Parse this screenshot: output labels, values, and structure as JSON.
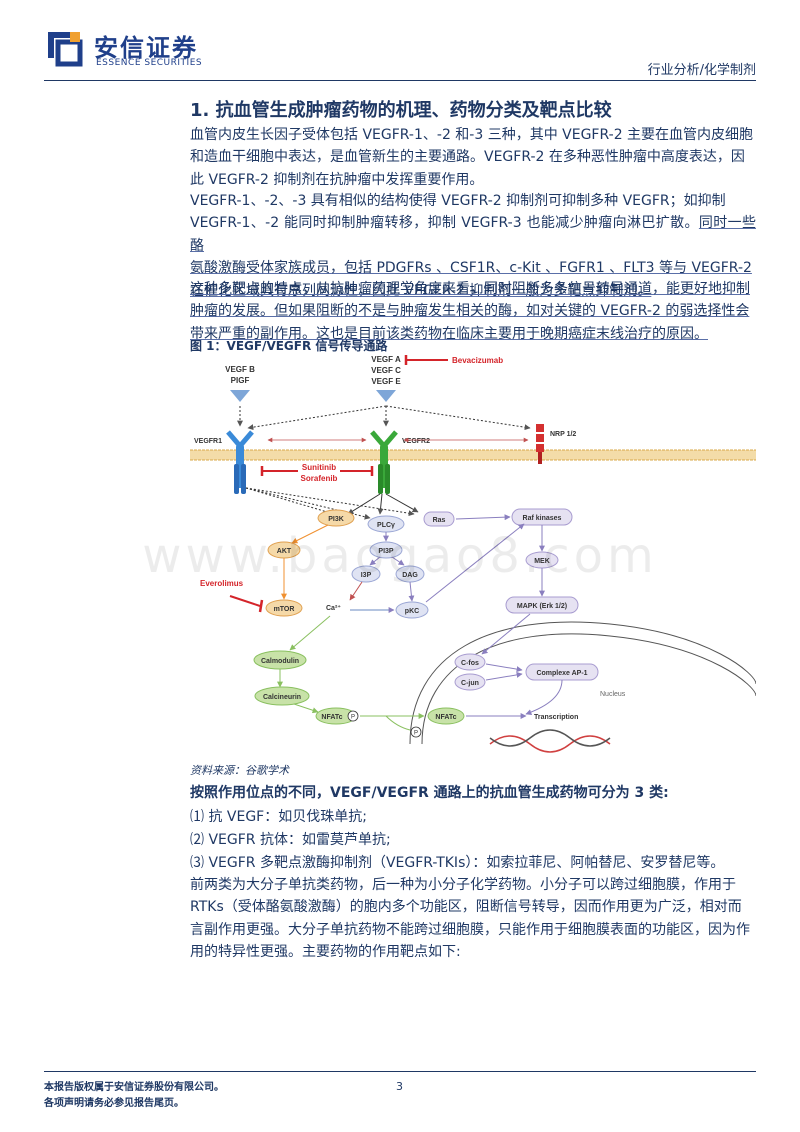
{
  "header": {
    "logo_cn": "安信证券",
    "logo_en": "ESSENCE SECURITIES",
    "category": "行业分析/化学制剂"
  },
  "section_title": "1. 抗血管生成肿瘤药物的机理、药物分类及靶点比较",
  "paragraphs": {
    "p1_l1": "血管内皮生长因子受体包括 VEGFR-1、-2 和-3 三种，其中 VEGFR-2 主要在血管内皮细胞",
    "p1_l2": "和造血干细胞中表达，是血管新生的主要通路。VEGFR-2 在多种恶性肿瘤中高度表达，因",
    "p1_l3": "此 VEGFR-2 抑制剂在抗肿瘤中发挥重要作用。",
    "p2_l1": "VEGFR-1、-2、-3 具有相似的结构使得 VEGFR-2 抑制剂可抑制多种 VEGFR；如抑制",
    "p2_l2a": "VEGFR-1、-2 能同时抑制肿瘤转移，抑制 VEGFR-3 也能减少肿瘤向淋巴扩散。",
    "p2_l2b": "同时一些酪",
    "p2_l3": "氨酸激酶受体家族成员，包括 PDGFRs 、CSF1R、c-Kit 、FGFR1 、FLT3 等与 VEGFR-2",
    "p2_l4": "在催化区域具有序列同源性，因此 VEGFR-2 抑制剂一般为多靶点抑制剂。",
    "p3_l1": "这种多靶点的特点，从抗肿瘤药理学角度来看，同时阻断多条信号转导通道，能更好地抑制",
    "p3_l2": "肿瘤的发展。但如果阻断的不是与肿瘤发生相关的酶，如对关键的 VEGFR-2 的弱选择性会",
    "p3_l3": "带来严重的副作用。这也是目前该类药物在临床主要用于晚期癌症末线治疗的原因。"
  },
  "figure": {
    "title": "图 1：VEGF/VEGFR 信号传导通路",
    "source": "资料来源：谷歌学术",
    "labels": {
      "vegf_b": "VEGF B",
      "pigf": "PIGF",
      "vegf_a": "VEGF A",
      "vegf_c": "VEGF C",
      "vegf_e": "VEGF E",
      "bevacizumab": "Bevacizumab",
      "vegfr1": "VEGFR1",
      "vegfr2": "VEGFR2",
      "nrp": "NRP 1/2",
      "sunitinib": "Sunitinib",
      "sorafenib": "Sorafenib",
      "pi3k": "PI3K",
      "plcy": "PLCγ",
      "ras": "Ras",
      "raf": "Raf kinases",
      "akt": "AKT",
      "pi3p": "PI3P",
      "i3p": "I3P",
      "dag": "DAG",
      "mek": "MEK",
      "everolimus": "Everolimus",
      "mtor": "mTOR",
      "ca": "Ca²⁺",
      "pkc": "pKC",
      "mapk": "MAPK (Erk 1/2)",
      "calmodulin": "Calmodulin",
      "calcineurin": "Calcineurin",
      "cfos": "C-fos",
      "cjun": "C-jun",
      "ap1": "Complexe AP-1",
      "nucleus": "Nucleus",
      "nfatc_p": "NFATc",
      "p1": "P",
      "p2": "P",
      "nfatc": "NFATc",
      "transcription": "Transcription"
    }
  },
  "classification": {
    "lead": "按照作用位点的不同，VEGF/VEGFR 通路上的抗血管生成药物可分为 3 类:",
    "item1": "⑴  抗 VEGF：如贝伐珠单抗;",
    "item2": "⑵  VEGFR 抗体：如雷莫芦单抗;",
    "item3": "⑶  VEGFR 多靶点激酶抑制剂（VEGFR-TKIs）：如索拉菲尼、阿帕替尼、安罗替尼等。",
    "p4_l1": "前两类为大分子单抗类药物，后一种为小分子化学药物。小分子可以跨过细胞膜，作用于",
    "p4_l2": "RTKs（受体酪氨酸激酶）的胞内多个功能区，阻断信号转导，因而作用更为广泛，相对而",
    "p4_l3": "言副作用更强。大分子单抗药物不能跨过细胞膜，只能作用于细胞膜表面的功能区，因为作",
    "p4_l4": "用的特异性更强。主要药物的作用靶点如下:"
  },
  "footer": {
    "line1": "本报告版权属于安信证券股份有限公司。",
    "line2": "各项声明请务必参见报告尾页。",
    "page": "3"
  },
  "watermark": "www.baogao8.com",
  "colors": {
    "text": "#1f3864",
    "logo_blue": "#1f3f8a",
    "logo_orange": "#f0a030",
    "membrane": "#e8c07a",
    "node_fill": "#e6e2f2",
    "node_green": "#b8d89a",
    "inhibitor_red": "#d4242a"
  }
}
